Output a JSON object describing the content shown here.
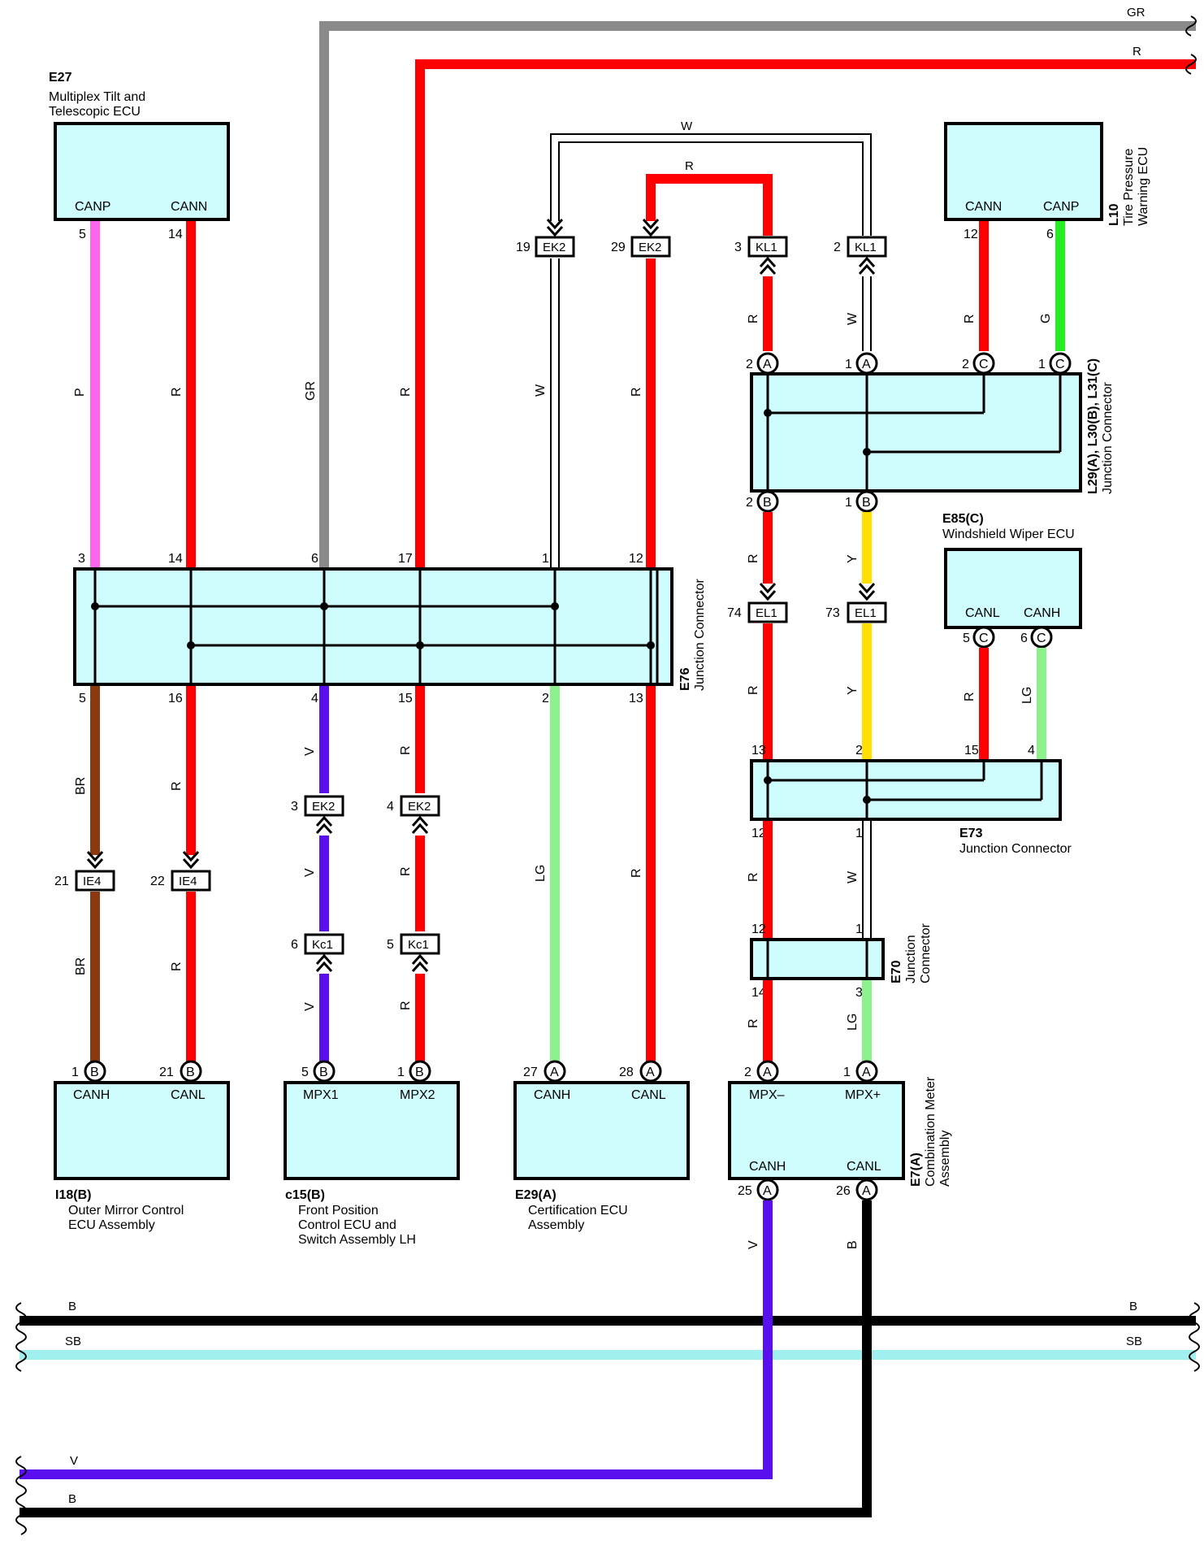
{
  "wire_colors": {
    "GR": "#8a8a8a",
    "R": "#ff0000",
    "W": "#ffffff",
    "P": "#ff66ee",
    "G": "#22ee22",
    "BR": "#8b3a0f",
    "V": "#5a10ee",
    "LG": "#8cf08c",
    "Y": "#ffe000",
    "B": "#000000",
    "SB": "#a0f0f0"
  },
  "bus_lines": {
    "GR": "GR",
    "R_top": "R",
    "B_upper_left": "B",
    "B_upper_right": "B",
    "SB_left": "SB",
    "SB_right": "SB",
    "V_bottom": "V",
    "B_bottom": "B"
  },
  "components": {
    "e27": {
      "code": "E27",
      "name_line1": "Multiplex Tilt and",
      "name_line2": "Telescopic ECU",
      "canp": "CANP",
      "cann": "CANN"
    },
    "l10": {
      "code": "L10",
      "name_line1": "Tire Pressure",
      "name_line2": "Warning ECU",
      "cann": "CANN",
      "canp": "CANP"
    },
    "l29": {
      "code": "L29(A), L30(B), L31(C)",
      "name": "Junction Connector"
    },
    "e85": {
      "code": "E85(C)",
      "name": "Windshield Wiper ECU",
      "canl": "CANL",
      "canh": "CANH"
    },
    "e76": {
      "code": "E76",
      "name": "Junction Connector"
    },
    "e73": {
      "code": "E73",
      "name": "Junction Connector"
    },
    "e70": {
      "code": "E70",
      "name_line1": "Junction",
      "name_line2": "Connector"
    },
    "i18": {
      "code": "I18(B)",
      "name_line1": "Outer Mirror Control",
      "name_line2": "ECU Assembly",
      "canh": "CANH",
      "canl": "CANL"
    },
    "c15": {
      "code": "c15(B)",
      "name_line1": "Front Position",
      "name_line2": "Control ECU and",
      "name_line3": "Switch Assembly LH",
      "mpx1": "MPX1",
      "mpx2": "MPX2"
    },
    "e29": {
      "code": "E29(A)",
      "name_line1": "Certification ECU",
      "name_line2": "Assembly",
      "canh": "CANH",
      "canl": "CANL"
    },
    "e7": {
      "code": "E7(A)",
      "name_line1": "Combination Meter",
      "name_line2": "Assembly",
      "mpxm": "MPX–",
      "mpxp": "MPX+",
      "canh": "CANH",
      "canl": "CANL"
    }
  },
  "connectors": {
    "ek2_19": {
      "pin": "19",
      "name": "EK2"
    },
    "ek2_29": {
      "pin": "29",
      "name": "EK2"
    },
    "kl1_3": {
      "pin": "3",
      "name": "KL1"
    },
    "kl1_2": {
      "pin": "2",
      "name": "KL1"
    },
    "el1_74": {
      "pin": "74",
      "name": "EL1"
    },
    "el1_73": {
      "pin": "73",
      "name": "EL1"
    },
    "ek2_3": {
      "pin": "3",
      "name": "EK2"
    },
    "ek2_4": {
      "pin": "4",
      "name": "EK2"
    },
    "ie4_21": {
      "pin": "21",
      "name": "IE4"
    },
    "ie4_22": {
      "pin": "22",
      "name": "IE4"
    },
    "kc1_6": {
      "pin": "6",
      "name": "Kc1"
    },
    "kc1_5": {
      "pin": "5",
      "name": "Kc1"
    }
  },
  "pins": {
    "e27_5": "5",
    "e27_14": "14",
    "l10_12": "12",
    "l10_6": "6",
    "l29_a2": "2",
    "l29_a1": "1",
    "l29_c2": "2",
    "l29_c1": "1",
    "l29_b2": "2",
    "l29_b1": "1",
    "l29_a_letter": "A",
    "l29_c_letter": "C",
    "l29_b_letter": "B",
    "e76_3": "3",
    "e76_14": "14",
    "e76_6": "6",
    "e76_17": "17",
    "e76_1": "1",
    "e76_12": "12",
    "e76_5": "5",
    "e76_16": "16",
    "e76_4": "4",
    "e76_15": "15",
    "e76_2": "2",
    "e76_13": "13",
    "e85_5": "5",
    "e85_6": "6",
    "e85_letter": "C",
    "e73_13": "13",
    "e73_2": "2",
    "e73_15": "15",
    "e73_4": "4",
    "e73_12": "12",
    "e73_1": "1",
    "e70_12": "12",
    "e70_1": "1",
    "e70_14": "14",
    "e70_3": "3",
    "i18_1": "1",
    "i18_21": "21",
    "i18_letter": "B",
    "c15_5": "5",
    "c15_1": "1",
    "c15_letter": "B",
    "e29_27": "27",
    "e29_28": "28",
    "e29_letter": "A",
    "e7_2": "2",
    "e7_1": "1",
    "e7_25": "25",
    "e7_26": "26",
    "e7_letter": "A"
  },
  "wire_labels": {
    "w_top": "W",
    "r_top": "R",
    "e27_p": "P",
    "e27_r": "R",
    "gr_mid": "GR",
    "r_mid": "R",
    "w_mid": "W",
    "r_ek2": "R",
    "kl1_r": "R",
    "kl1_w": "W",
    "l10_r": "R",
    "l10_g": "G",
    "b2_r": "R",
    "b1_y": "Y",
    "el1_r": "R",
    "el1_y": "Y",
    "e85_r": "R",
    "e85_lg": "LG",
    "e73_r": "R",
    "e73_w": "W",
    "e70_r": "R",
    "e70_lg": "LG",
    "br1": "BR",
    "r1": "R",
    "v1": "V",
    "r2": "R",
    "br2": "BR",
    "r3": "R",
    "v2": "V",
    "r4": "R",
    "v3": "V",
    "r5": "R",
    "lg1": "LG",
    "r6": "R",
    "e7_v": "V",
    "e7_b": "B"
  }
}
